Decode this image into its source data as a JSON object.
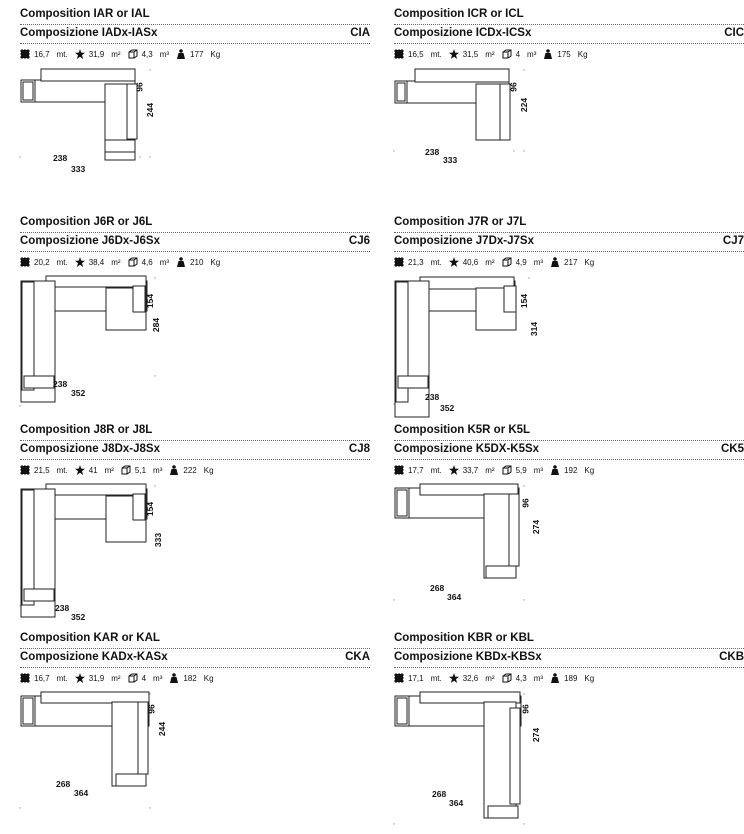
{
  "panels": [
    {
      "title": "Composition IAR or IAL",
      "subtitle": "Composizione IADx-IASx",
      "code": "CIA",
      "length": "16,7",
      "length_unit": "mt.",
      "area": "31,9",
      "area_unit": "m²",
      "volume": "4,3",
      "volume_unit": "m³",
      "weight": "177",
      "weight_unit": "Kg",
      "dim_a": "238",
      "dim_b": "333",
      "dim_c": "96",
      "dim_d": "244"
    },
    {
      "title": "Composition ICR or ICL",
      "subtitle": "Composizione ICDx-ICSx",
      "code": "CIC",
      "length": "16,5",
      "length_unit": "mt.",
      "area": "31,5",
      "area_unit": "m²",
      "volume": "4",
      "volume_unit": "m³",
      "weight": "175",
      "weight_unit": "Kg",
      "dim_a": "238",
      "dim_b": "333",
      "dim_c": "96",
      "dim_d": "224"
    },
    {
      "title": "Composition J6R or J6L",
      "subtitle": "Composizione J6Dx-J6Sx",
      "code": "CJ6",
      "length": "20,2",
      "length_unit": "mt.",
      "area": "38,4",
      "area_unit": "m²",
      "volume": "4,6",
      "volume_unit": "m³",
      "weight": "210",
      "weight_unit": "Kg",
      "dim_a": "238",
      "dim_b": "352",
      "dim_c": "154",
      "dim_d": "284"
    },
    {
      "title": "Composition J7R or J7L",
      "subtitle": "Composizione J7Dx-J7Sx",
      "code": "CJ7",
      "length": "21,3",
      "length_unit": "mt.",
      "area": "40,6",
      "area_unit": "m²",
      "volume": "4,9",
      "volume_unit": "m³",
      "weight": "217",
      "weight_unit": "Kg",
      "dim_a": "238",
      "dim_b": "352",
      "dim_c": "154",
      "dim_d": "314"
    },
    {
      "title": "Composition J8R or J8L",
      "subtitle": "Composizione J8Dx-J8Sx",
      "code": "CJ8",
      "length": "21,5",
      "length_unit": "mt.",
      "area": "41",
      "area_unit": "m²",
      "volume": "5,1",
      "volume_unit": "m³",
      "weight": "222",
      "weight_unit": "Kg",
      "dim_a": "238",
      "dim_b": "352",
      "dim_c": "154",
      "dim_d": "333"
    },
    {
      "title": "Composition K5R or K5L",
      "subtitle": "Composizione K5DX-K5Sx",
      "code": "CK5",
      "length": "17,7",
      "length_unit": "mt.",
      "area": "33,7",
      "area_unit": "m²",
      "volume": "5,9",
      "volume_unit": "m³",
      "weight": "192",
      "weight_unit": "Kg",
      "dim_a": "268",
      "dim_b": "364",
      "dim_c": "96",
      "dim_d": "274"
    },
    {
      "title": "Composition KAR or KAL",
      "subtitle": "Composizione KADx-KASx",
      "code": "CKA",
      "length": "16,7",
      "length_unit": "mt.",
      "area": "31,9",
      "area_unit": "m²",
      "volume": "4",
      "volume_unit": "m³",
      "weight": "182",
      "weight_unit": "Kg",
      "dim_a": "268",
      "dim_b": "364",
      "dim_c": "96",
      "dim_d": "244"
    },
    {
      "title": "Composition KBR or KBL",
      "subtitle": "Composizione KBDx-KBSx",
      "code": "CKB",
      "length": "17,1",
      "length_unit": "mt.",
      "area": "32,6",
      "area_unit": "m²",
      "volume": "4,3",
      "volume_unit": "m³",
      "weight": "189",
      "weight_unit": "Kg",
      "dim_a": "268",
      "dim_b": "364",
      "dim_c": "96",
      "dim_d": "274"
    }
  ],
  "icons": {
    "length": "fabric-length-icon",
    "area": "leather-area-icon",
    "volume": "package-volume-icon",
    "weight": "weight-icon"
  }
}
